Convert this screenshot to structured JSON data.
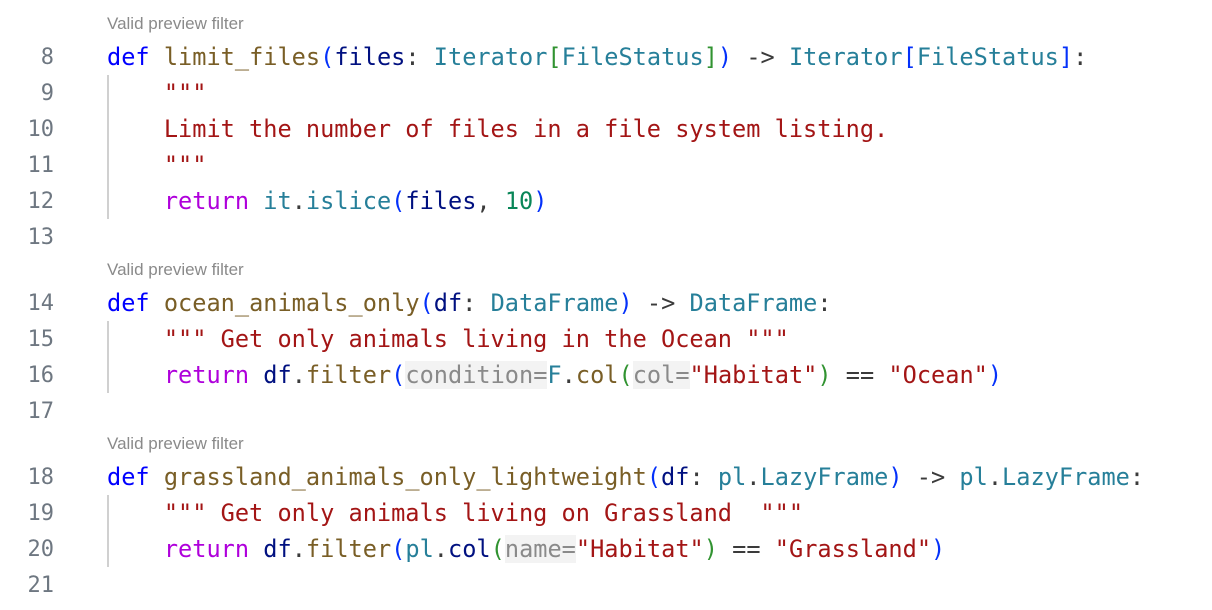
{
  "editor": {
    "code_lens_label": "Valid preview filter",
    "rows": [
      {
        "kind": "lens",
        "text": "Valid preview filter"
      },
      {
        "kind": "line",
        "num": "8",
        "tokens": [
          [
            "kw",
            "def"
          ],
          [
            "op",
            " "
          ],
          [
            "fn",
            "limit_files"
          ],
          [
            "br1",
            "("
          ],
          [
            "var",
            "files"
          ],
          [
            "op",
            ": "
          ],
          [
            "type",
            "Iterator"
          ],
          [
            "br2",
            "["
          ],
          [
            "type",
            "FileStatus"
          ],
          [
            "br2",
            "]"
          ],
          [
            "br1",
            ")"
          ],
          [
            "op",
            " -> "
          ],
          [
            "type",
            "Iterator"
          ],
          [
            "br1",
            "["
          ],
          [
            "type",
            "FileStatus"
          ],
          [
            "br1",
            "]"
          ],
          [
            "op",
            ":"
          ]
        ]
      },
      {
        "kind": "line",
        "num": "9",
        "tokens": [
          [
            "op",
            "    "
          ],
          [
            "str",
            "\"\"\""
          ]
        ]
      },
      {
        "kind": "line",
        "num": "10",
        "tokens": [
          [
            "op",
            "    "
          ],
          [
            "str",
            "Limit the number of files in a file system listing."
          ]
        ]
      },
      {
        "kind": "line",
        "num": "11",
        "tokens": [
          [
            "op",
            "    "
          ],
          [
            "str",
            "\"\"\""
          ]
        ]
      },
      {
        "kind": "line",
        "num": "12",
        "tokens": [
          [
            "op",
            "    "
          ],
          [
            "ctrl",
            "return"
          ],
          [
            "op",
            " "
          ],
          [
            "type",
            "it"
          ],
          [
            "op",
            "."
          ],
          [
            "type",
            "islice"
          ],
          [
            "br1",
            "("
          ],
          [
            "var",
            "files"
          ],
          [
            "op",
            ", "
          ],
          [
            "num",
            "10"
          ],
          [
            "br1",
            ")"
          ]
        ]
      },
      {
        "kind": "line",
        "num": "13",
        "tokens": []
      },
      {
        "kind": "lens",
        "text": "Valid preview filter"
      },
      {
        "kind": "line",
        "num": "14",
        "tokens": [
          [
            "kw",
            "def"
          ],
          [
            "op",
            " "
          ],
          [
            "fn",
            "ocean_animals_only"
          ],
          [
            "br1",
            "("
          ],
          [
            "var",
            "df"
          ],
          [
            "op",
            ": "
          ],
          [
            "type",
            "DataFrame"
          ],
          [
            "br1",
            ")"
          ],
          [
            "op",
            " -> "
          ],
          [
            "type",
            "DataFrame"
          ],
          [
            "op",
            ":"
          ]
        ]
      },
      {
        "kind": "line",
        "num": "15",
        "tokens": [
          [
            "op",
            "    "
          ],
          [
            "str",
            "\"\"\" Get only animals living in the Ocean \"\"\""
          ]
        ]
      },
      {
        "kind": "line",
        "num": "16",
        "tokens": [
          [
            "op",
            "    "
          ],
          [
            "ctrl",
            "return"
          ],
          [
            "op",
            " "
          ],
          [
            "var",
            "df"
          ],
          [
            "op",
            "."
          ],
          [
            "fn",
            "filter"
          ],
          [
            "br1",
            "("
          ],
          [
            "hint",
            "condition="
          ],
          [
            "type",
            "F"
          ],
          [
            "op",
            "."
          ],
          [
            "fn",
            "col"
          ],
          [
            "br2",
            "("
          ],
          [
            "hint",
            "col="
          ],
          [
            "str",
            "\"Habitat\""
          ],
          [
            "br2",
            ")"
          ],
          [
            "op",
            " == "
          ],
          [
            "str",
            "\"Ocean\""
          ],
          [
            "br1",
            ")"
          ]
        ]
      },
      {
        "kind": "line",
        "num": "17",
        "tokens": []
      },
      {
        "kind": "lens",
        "text": "Valid preview filter"
      },
      {
        "kind": "line",
        "num": "18",
        "tokens": [
          [
            "kw",
            "def"
          ],
          [
            "op",
            " "
          ],
          [
            "fn",
            "grassland_animals_only_lightweight"
          ],
          [
            "br1",
            "("
          ],
          [
            "var",
            "df"
          ],
          [
            "op",
            ": "
          ],
          [
            "type",
            "pl"
          ],
          [
            "op",
            "."
          ],
          [
            "type",
            "LazyFrame"
          ],
          [
            "br1",
            ")"
          ],
          [
            "op",
            " -> "
          ],
          [
            "type",
            "pl"
          ],
          [
            "op",
            "."
          ],
          [
            "type",
            "LazyFrame"
          ],
          [
            "op",
            ":"
          ]
        ]
      },
      {
        "kind": "line",
        "num": "19",
        "tokens": [
          [
            "op",
            "    "
          ],
          [
            "str",
            "\"\"\" Get only animals living on Grassland  \"\"\""
          ]
        ]
      },
      {
        "kind": "line",
        "num": "20",
        "tokens": [
          [
            "op",
            "    "
          ],
          [
            "ctrl",
            "return"
          ],
          [
            "op",
            " "
          ],
          [
            "var",
            "df"
          ],
          [
            "op",
            "."
          ],
          [
            "fn",
            "filter"
          ],
          [
            "br1",
            "("
          ],
          [
            "type",
            "pl"
          ],
          [
            "op",
            "."
          ],
          [
            "var",
            "col"
          ],
          [
            "br2",
            "("
          ],
          [
            "hint",
            "name="
          ],
          [
            "str",
            "\"Habitat\""
          ],
          [
            "br2",
            ")"
          ],
          [
            "op",
            " == "
          ],
          [
            "str",
            "\"Grassland\""
          ],
          [
            "br1",
            ")"
          ]
        ]
      },
      {
        "kind": "line",
        "num": "21",
        "tokens": []
      }
    ],
    "indent_guides": [
      {
        "from_row": 2,
        "to_row": 5
      },
      {
        "from_row": 9,
        "to_row": 10
      },
      {
        "from_row": 14,
        "to_row": 15
      }
    ]
  },
  "colors": {
    "keyword": "#0000ff",
    "control": "#af00db",
    "function": "#795e26",
    "variable": "#001080",
    "type": "#267f99",
    "string": "#a31515",
    "number": "#098658",
    "bracket_level1": "#0431fa",
    "bracket_level2": "#319331",
    "inlay_hint": "#8a8a8a",
    "line_number": "#6e7781",
    "code_lens": "#8a8a8a"
  }
}
